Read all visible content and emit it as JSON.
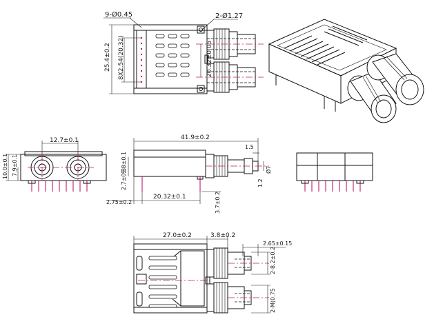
{
  "top_view": {
    "label_pin_holes": "9-Ø0.45",
    "label_mount_holes": "2-Ø1.27",
    "dim_height": "25.4±0.2",
    "dim_pin_pitch": "8X2.54(20.32)",
    "dim_mount_span": "20.32±0.05"
  },
  "front_view": {
    "dim_center_spacing": "12.7±0.1",
    "dim_height": "10.0±0.1",
    "dim_center_height": "7.9±0.1"
  },
  "side_view": {
    "dim_length": "41.9±0.2",
    "dim_tip": "1.5",
    "dim_diameter": "Ø7",
    "dim_body_height": "9.8±0.1",
    "dim_pin_offset": "2.7±0.3",
    "dim_offset": "1.2",
    "dim_pin_span": "20.32±0.1",
    "dim_front_pin": "2.75±0.2",
    "dim_pin_length": "3.7±0.2"
  },
  "bottom_view": {
    "dim_body_length": "27.0±0.2",
    "dim_connector": "3.8±0.2",
    "dim_tip": "2.65±0.15",
    "dim_pitch": "2-8.2±0.2",
    "dim_nut": "2-M(0.75"
  },
  "colors": {
    "line": "#111111",
    "centerline": "#c0186a",
    "pins": "#c0186a"
  }
}
